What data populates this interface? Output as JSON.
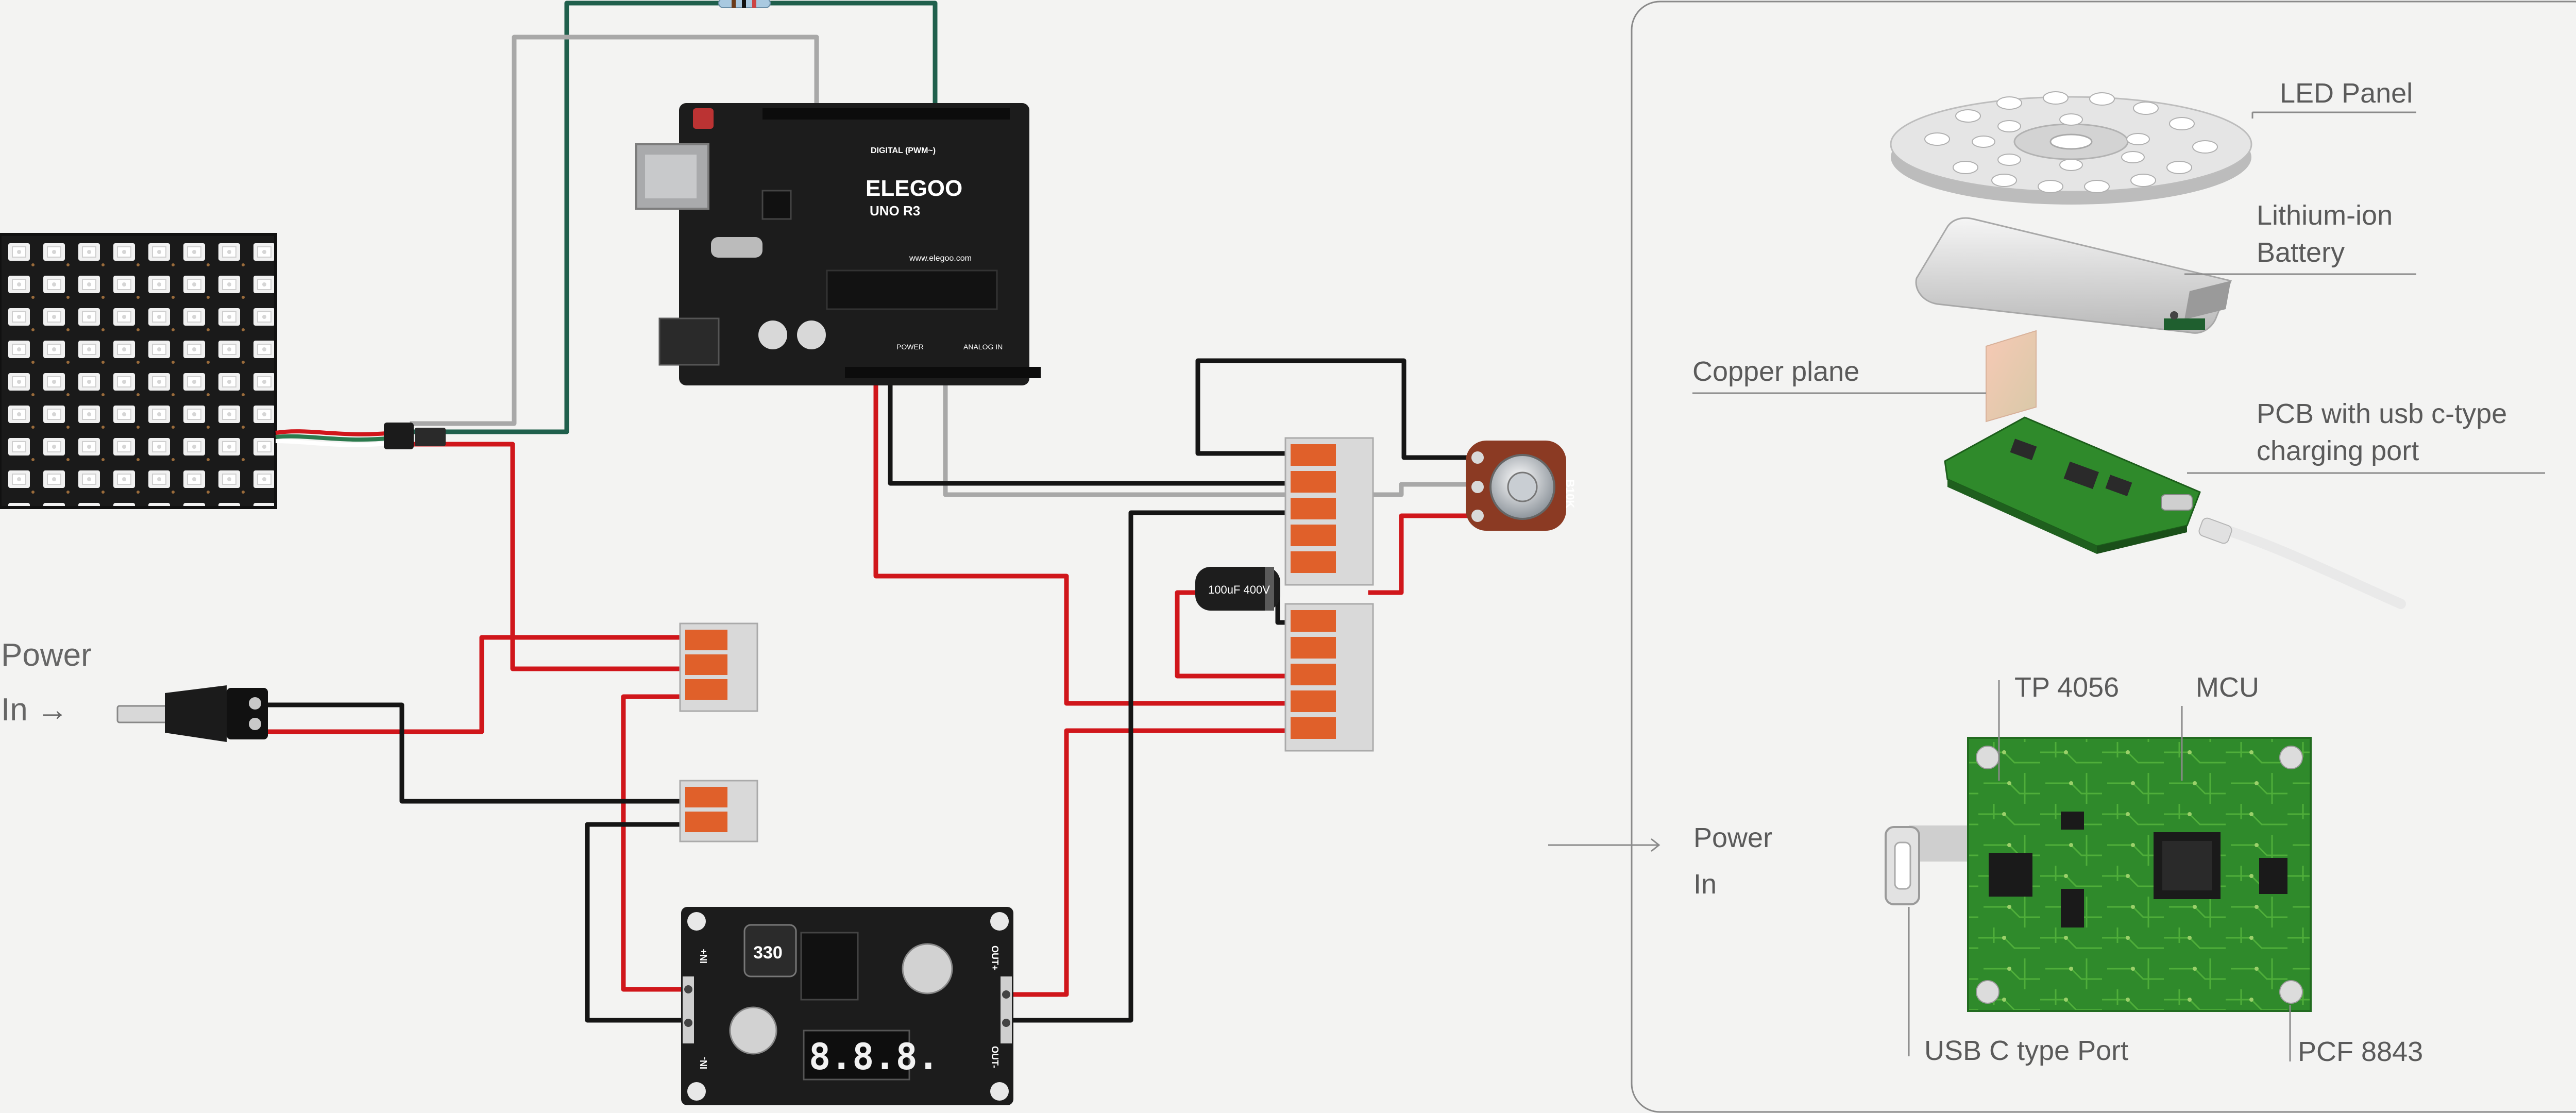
{
  "left_panel": {
    "power_label_line1": "Power",
    "power_label_line2": "In →",
    "arduino_brand": "ELEGOO",
    "arduino_model": "UNO R3",
    "arduino_url": "www.elegoo.com",
    "arduino_digital": "DIGITAL (PWM~)",
    "arduino_power": "POWER",
    "arduino_analog": "ANALOG IN",
    "potentiometer_label": "B10K",
    "capacitor_label": "100uF 400V",
    "regulator_inductor": "330",
    "regulator_display": "8.8.8.",
    "regulator_in_plus": "IN+",
    "regulator_in_minus": "IN-",
    "regulator_out_plus": "OUT+",
    "regulator_out_minus": "OUT-"
  },
  "right_panel": {
    "led_panel": "LED Panel",
    "battery_line1": "Lithium-ion",
    "battery_line2": "Battery",
    "copper_plane": "Copper plane",
    "pcb_line1": "PCB with usb c-type",
    "pcb_line2": "charging port",
    "power_in_line1": "Power",
    "power_in_line2": "In",
    "tp4056": "TP 4056",
    "mcu": "MCU",
    "usb_port": "USB C type Port",
    "pcf8843": "PCF 8843"
  },
  "colors": {
    "background": "#f3f3f2",
    "wire_red": "#d0161b",
    "wire_black": "#151515",
    "wire_gray": "#a8a8a8",
    "wire_green": "#1f5f4c",
    "connector_orange": "#e0602a",
    "pcb_green": "#2f8a2b",
    "board_black": "#1c1c1c"
  }
}
